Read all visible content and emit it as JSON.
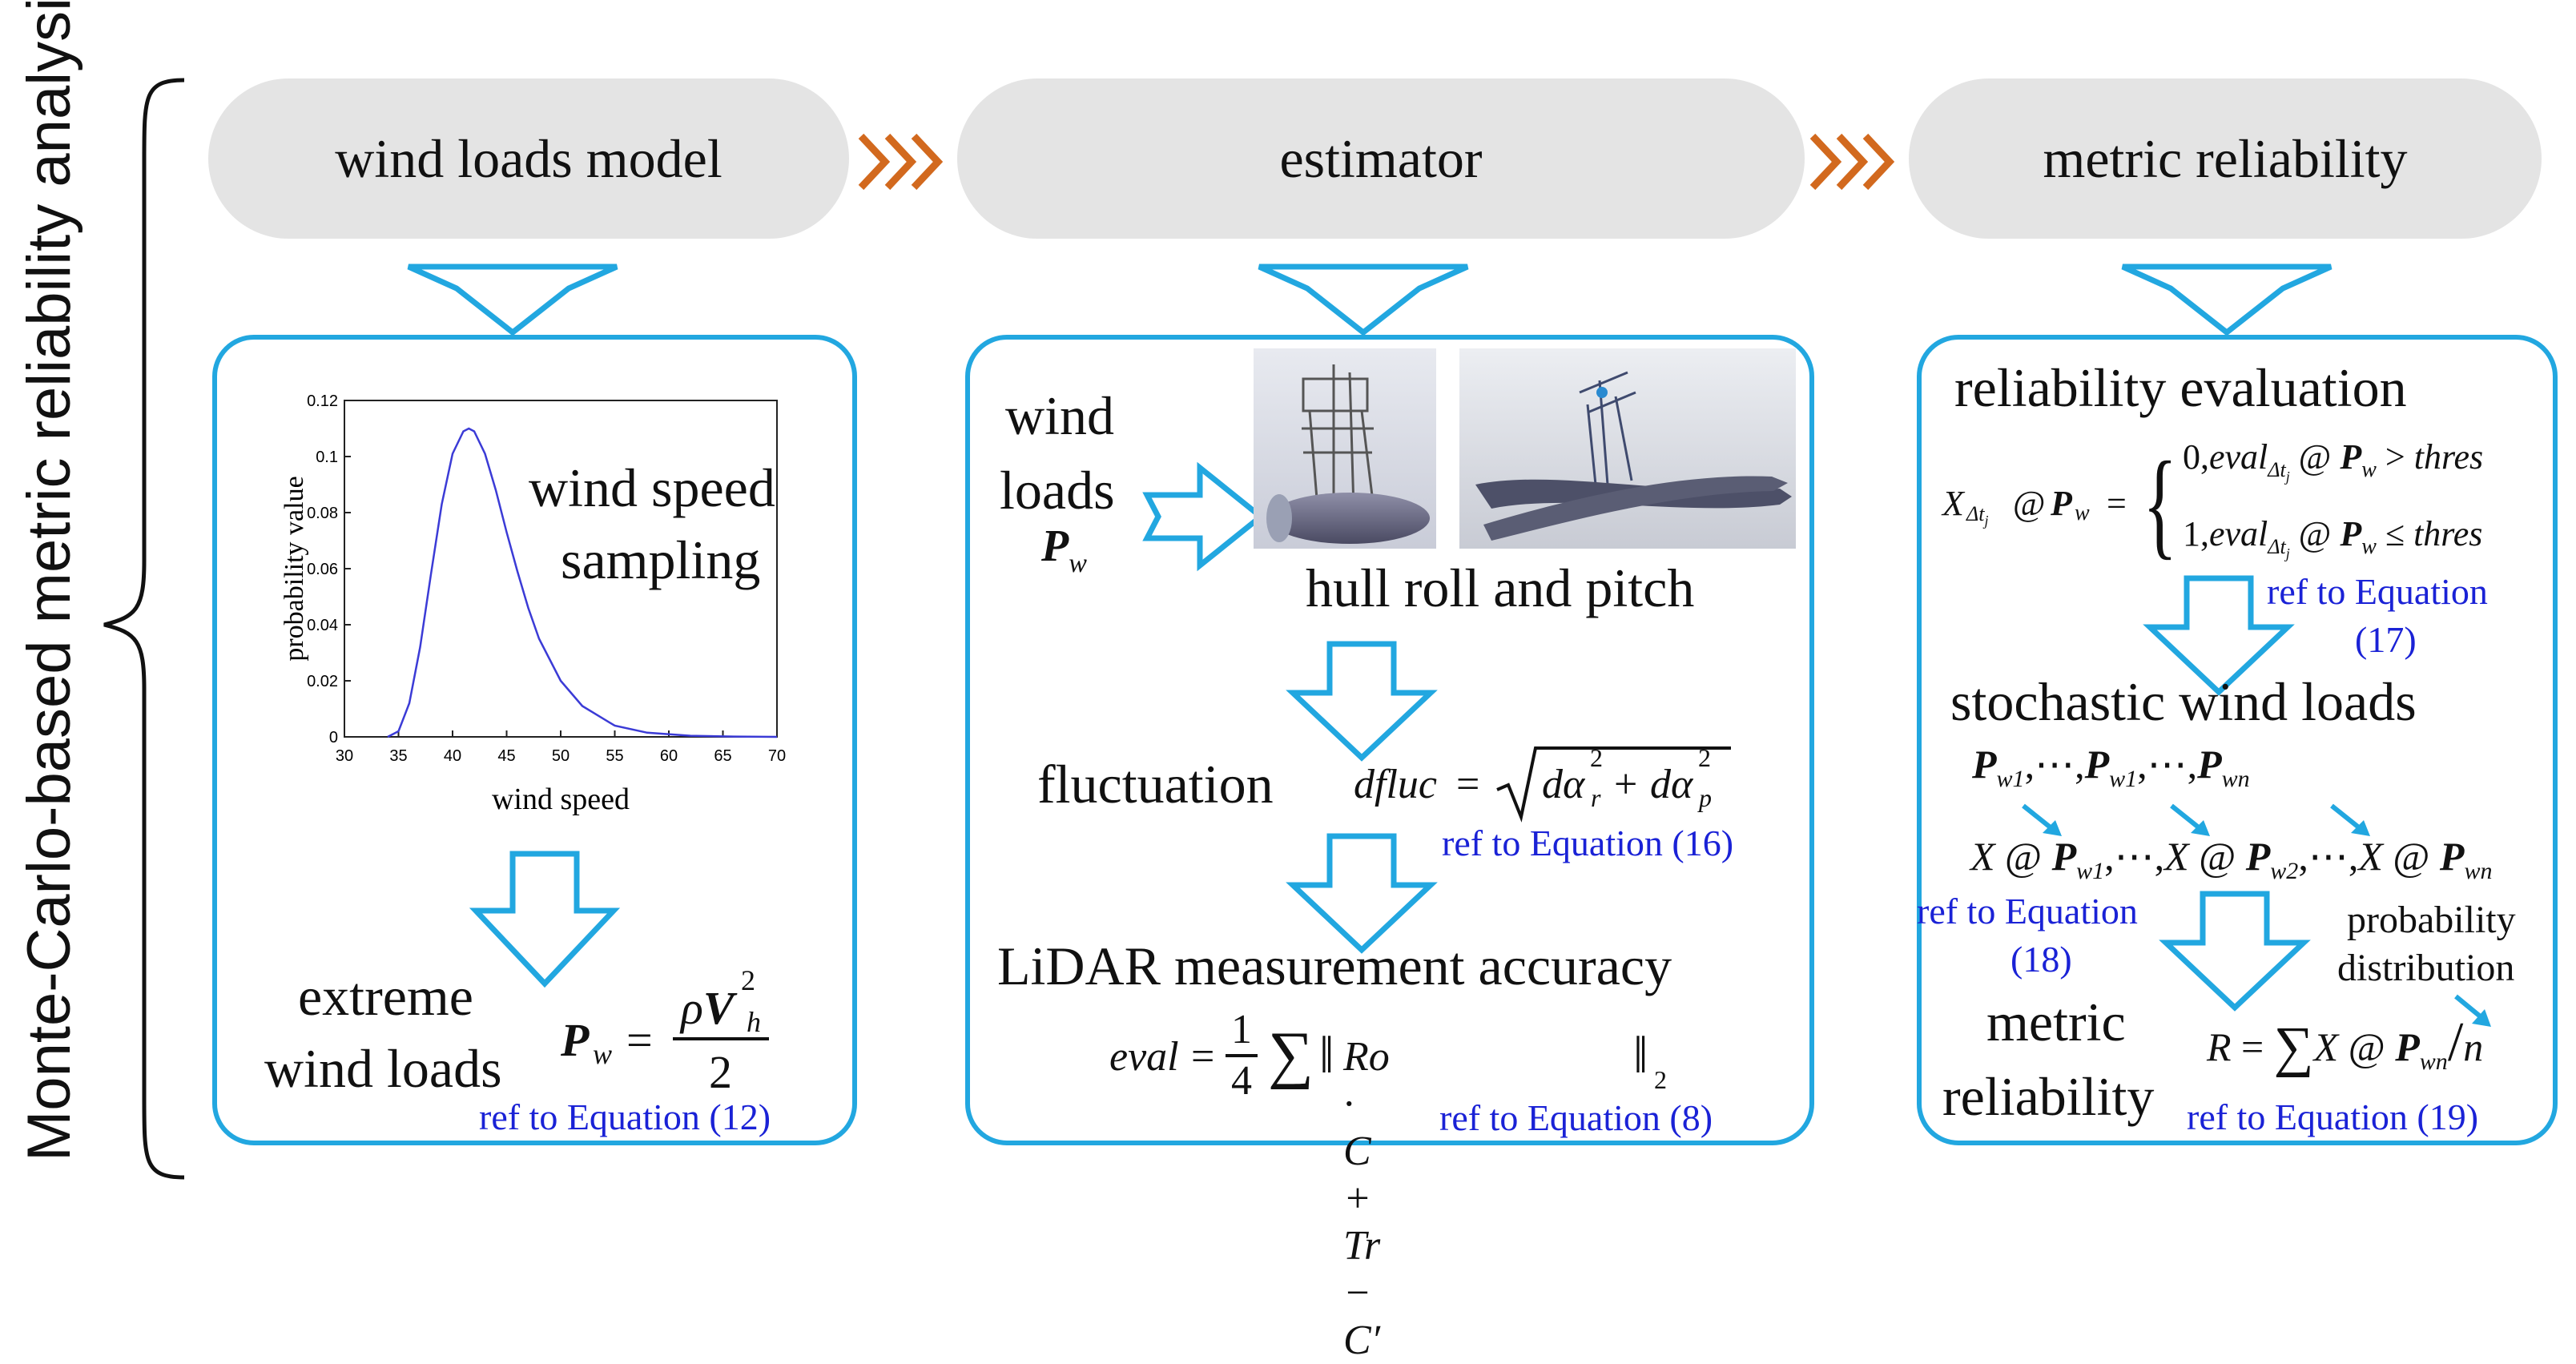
{
  "side_label": "Monte-Carlo-based metric reliability analysis",
  "stages": {
    "wind": "wind loads model",
    "estimator": "estimator",
    "reliability": "metric reliability"
  },
  "panel1": {
    "title_line1": "wind speed",
    "title_line2": "sampling",
    "extreme_line1": "extreme",
    "extreme_line2": "wind loads",
    "ref": "ref to Equation (12)"
  },
  "panel2": {
    "wind_line1": "wind",
    "wind_line2": "loads",
    "hull": "hull roll and pitch",
    "fluctuation": "fluctuation",
    "ref16": "ref to Equation (16)",
    "lidar": "LiDAR measurement accuracy",
    "ref8": "ref to Equation (8)"
  },
  "panel3": {
    "title": "reliability evaluation",
    "ref17_line1": "ref to Equation",
    "ref17_line2": "(17)",
    "stochastic": "stochastic wind loads",
    "ref18_line1": "ref to Equation",
    "ref18_line2": "(18)",
    "prob_line1": "probability",
    "prob_line2": "distribution",
    "metric_line1": "metric",
    "metric_line2": "reliability",
    "ref19": "ref to Equation (19)"
  },
  "chart_data": {
    "type": "line",
    "xlabel": "wind speed",
    "ylabel": "probability value",
    "xlim": [
      30,
      70
    ],
    "ylim": [
      0,
      0.12
    ],
    "xticks": [
      "30",
      "35",
      "40",
      "45",
      "50",
      "55",
      "60",
      "65",
      "70"
    ],
    "yticks": [
      "0",
      "0.02",
      "0.04",
      "0.06",
      "0.08",
      "0.1",
      "0.12"
    ],
    "x": [
      34,
      35,
      36,
      37,
      38,
      39,
      40,
      41,
      41.5,
      42,
      43,
      44,
      45,
      46,
      47,
      48,
      50,
      52,
      55,
      58,
      62,
      66,
      70
    ],
    "y": [
      0,
      0.002,
      0.012,
      0.032,
      0.058,
      0.083,
      0.101,
      0.109,
      0.11,
      0.109,
      0.101,
      0.088,
      0.073,
      0.059,
      0.046,
      0.035,
      0.02,
      0.011,
      0.004,
      0.0015,
      0.0004,
      0.0001,
      0
    ],
    "line_color": "#3b3bd6"
  },
  "colors": {
    "accent": "#22a7e0",
    "chevron": "#d2691e",
    "ref": "#1a22d6",
    "pill": "#e4e4e4"
  }
}
